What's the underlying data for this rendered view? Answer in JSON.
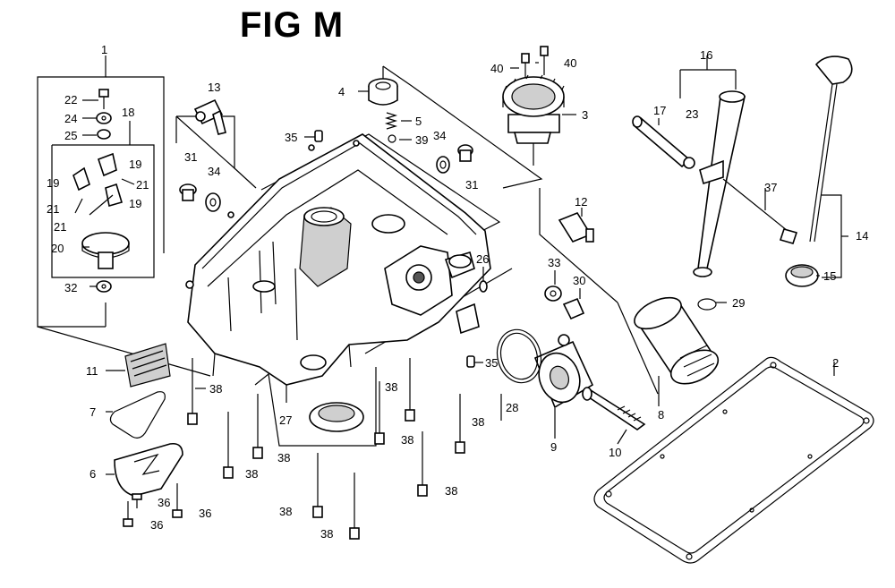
{
  "figure": {
    "title": "FIG M"
  },
  "callouts": [
    {
      "id": "c1",
      "text": "1"
    },
    {
      "id": "c2",
      "text": "2"
    },
    {
      "id": "c3",
      "text": "3"
    },
    {
      "id": "c4",
      "text": "4"
    },
    {
      "id": "c5",
      "text": "5"
    },
    {
      "id": "c6",
      "text": "6"
    },
    {
      "id": "c7",
      "text": "7"
    },
    {
      "id": "c8",
      "text": "8"
    },
    {
      "id": "c9",
      "text": "9"
    },
    {
      "id": "c10",
      "text": "10"
    },
    {
      "id": "c11",
      "text": "11"
    },
    {
      "id": "c12",
      "text": "12"
    },
    {
      "id": "c13",
      "text": "13"
    },
    {
      "id": "c14",
      "text": "14"
    },
    {
      "id": "c15",
      "text": "15"
    },
    {
      "id": "c16",
      "text": "16"
    },
    {
      "id": "c17",
      "text": "17"
    },
    {
      "id": "c18",
      "text": "18"
    },
    {
      "id": "c19a",
      "text": "19"
    },
    {
      "id": "c19b",
      "text": "19"
    },
    {
      "id": "c19c",
      "text": "19"
    },
    {
      "id": "c20",
      "text": "20"
    },
    {
      "id": "c21a",
      "text": "21"
    },
    {
      "id": "c21b",
      "text": "21"
    },
    {
      "id": "c21c",
      "text": "21"
    },
    {
      "id": "c22",
      "text": "22"
    },
    {
      "id": "c23",
      "text": "23"
    },
    {
      "id": "c24",
      "text": "24"
    },
    {
      "id": "c25",
      "text": "25"
    },
    {
      "id": "c26",
      "text": "26"
    },
    {
      "id": "c27",
      "text": "27"
    },
    {
      "id": "c28",
      "text": "28"
    },
    {
      "id": "c29",
      "text": "29"
    },
    {
      "id": "c30",
      "text": "30"
    },
    {
      "id": "c31a",
      "text": "31"
    },
    {
      "id": "c31b",
      "text": "31"
    },
    {
      "id": "c32",
      "text": "32"
    },
    {
      "id": "c33",
      "text": "33"
    },
    {
      "id": "c34a",
      "text": "34"
    },
    {
      "id": "c34b",
      "text": "34"
    },
    {
      "id": "c35a",
      "text": "35"
    },
    {
      "id": "c35b",
      "text": "35"
    },
    {
      "id": "c36a",
      "text": "36"
    },
    {
      "id": "c36b",
      "text": "36"
    },
    {
      "id": "c36c",
      "text": "36"
    },
    {
      "id": "c37",
      "text": "37"
    },
    {
      "id": "c38a",
      "text": "38"
    },
    {
      "id": "c38b",
      "text": "38"
    },
    {
      "id": "c38c",
      "text": "38"
    },
    {
      "id": "c38d",
      "text": "38"
    },
    {
      "id": "c38e",
      "text": "38"
    },
    {
      "id": "c38f",
      "text": "38"
    },
    {
      "id": "c38g",
      "text": "38"
    },
    {
      "id": "c38h",
      "text": "38"
    },
    {
      "id": "c38i",
      "text": "38"
    },
    {
      "id": "c39",
      "text": "39"
    },
    {
      "id": "c40a",
      "text": "40"
    },
    {
      "id": "c40b",
      "text": "40"
    }
  ]
}
